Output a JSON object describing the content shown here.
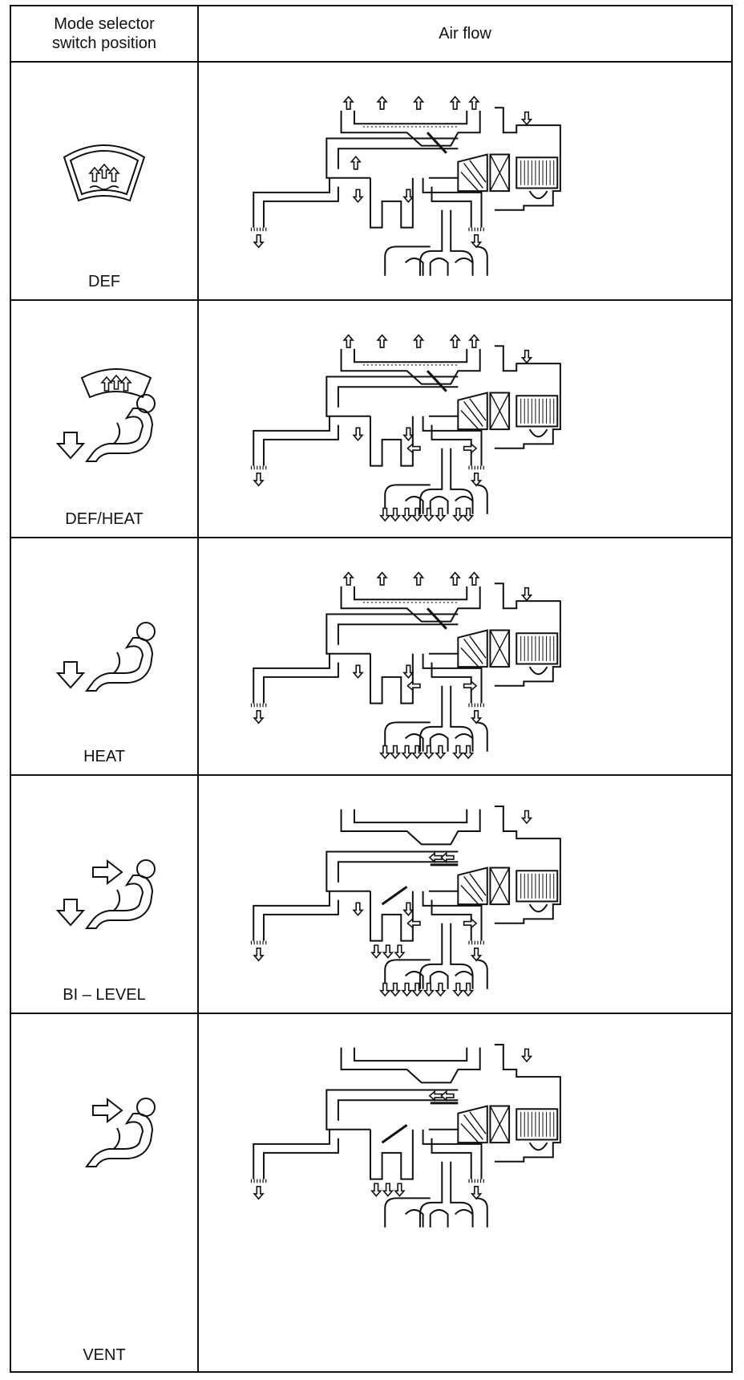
{
  "table": {
    "header": {
      "mode": "Mode selector\nswitch position",
      "airflow": "Air flow"
    },
    "rows": [
      {
        "label": "DEF",
        "icon": "defrost-windshield-icon",
        "flow": "def"
      },
      {
        "label": "DEF/HEAT",
        "icon": "def-heat-seat-icon",
        "flow": "defheat"
      },
      {
        "label": "HEAT",
        "icon": "heat-seat-icon",
        "flow": "heat"
      },
      {
        "label": "BI – LEVEL",
        "icon": "bilevel-seat-icon",
        "flow": "bilevel"
      },
      {
        "label": "VENT",
        "icon": "vent-seat-icon",
        "flow": "vent"
      }
    ]
  },
  "colors": {
    "ink": "#111111",
    "background": "#ffffff"
  }
}
